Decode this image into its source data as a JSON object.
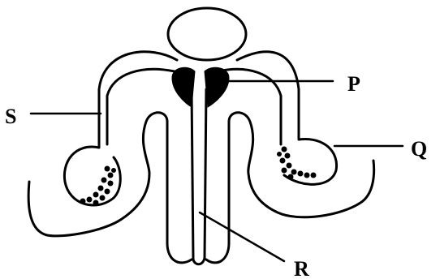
{
  "labels": {
    "p": "P",
    "q": "Q",
    "r": "R",
    "s": "S"
  },
  "colors": {
    "ink": "#000000",
    "background": "#ffffff"
  }
}
